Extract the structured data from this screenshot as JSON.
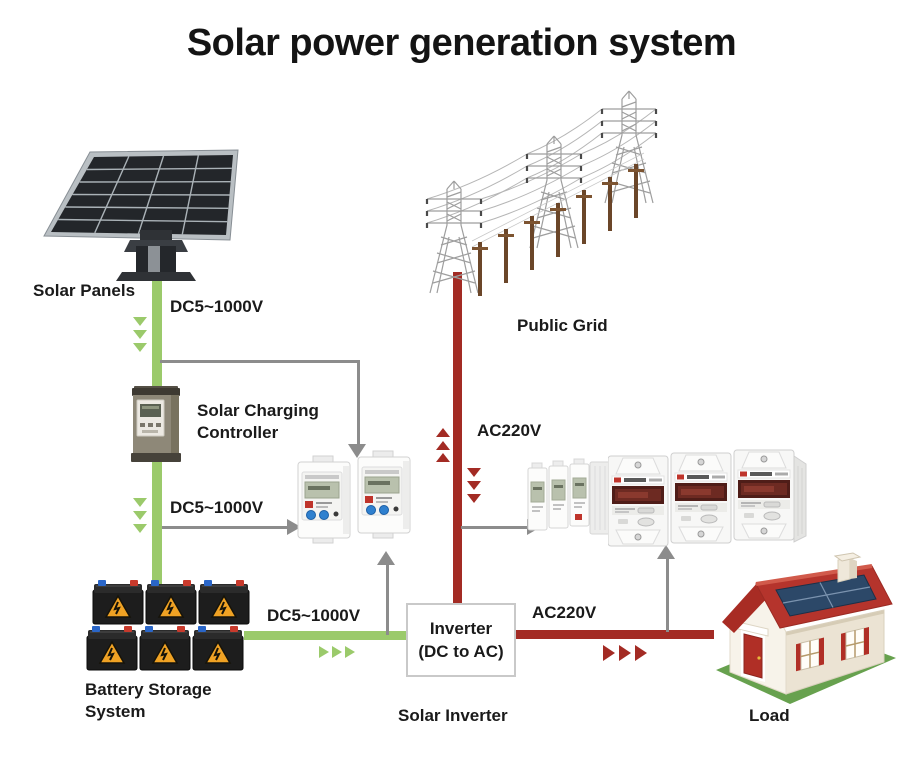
{
  "title": "Solar power generation system",
  "colors": {
    "dc_line": "#9BCA6B",
    "ac_line": "#A32B24",
    "arrow": "#8C8C8C",
    "text": "#1A1A1A"
  },
  "nodes": {
    "solar_panels": {
      "label": "Solar Panels"
    },
    "charge_controller": {
      "line1": "Solar Charging",
      "line2": "Controller"
    },
    "battery_storage": {
      "line1": "Battery Storage",
      "line2": "System"
    },
    "public_grid": {
      "label": "Public Grid"
    },
    "inverter": {
      "line1": "Inverter",
      "line2": "(DC to AC)",
      "caption": "Solar Inverter"
    },
    "load": {
      "label": "Load"
    }
  },
  "edges": {
    "panels_to_controller": {
      "label": "DC5~1000V"
    },
    "controller_to_battery": {
      "label": "DC5~1000V"
    },
    "battery_to_inverter": {
      "label": "DC5~1000V"
    },
    "grid_to_inverter": {
      "label": "AC220V"
    },
    "inverter_to_load": {
      "label": "AC220V"
    }
  }
}
